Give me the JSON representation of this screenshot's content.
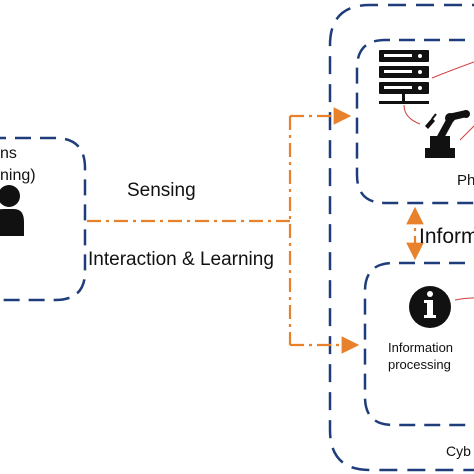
{
  "human_box": {
    "line1": "ns",
    "line2": "ning)"
  },
  "arrows": {
    "sensing": "Sensing",
    "interaction": "Interaction & Learning",
    "information_link": "Inform"
  },
  "physical_box": {
    "label": "Ph"
  },
  "cyber_box": {
    "processing_label": "Information processing",
    "label": "Cyb"
  },
  "colors": {
    "dashed_border": "#1f3d7a",
    "arrow_orange": "#e8812b",
    "icon_dark": "#111111",
    "accent_red": "#d23c3c"
  }
}
